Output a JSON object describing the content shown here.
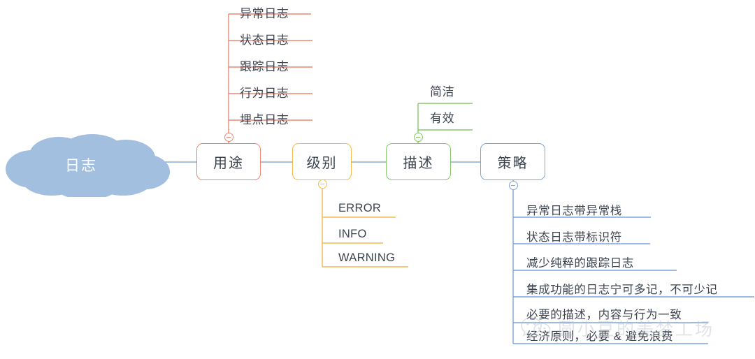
{
  "diagram": {
    "type": "mind-map",
    "title": "日志",
    "root": {
      "label": "日志",
      "shape": "cloud",
      "fill": "#a3bfe0",
      "text_color": "#ffffff"
    },
    "branches": [
      {
        "label": "用途",
        "color": "#ee8572",
        "toggle": "collapse-minus",
        "children": [
          {
            "label": "异常日志"
          },
          {
            "label": "状态日志"
          },
          {
            "label": "跟踪日志"
          },
          {
            "label": "行为日志"
          },
          {
            "label": "埋点日志"
          }
        ]
      },
      {
        "label": "级别",
        "color": "#f3ba4e",
        "toggle": "collapse-minus",
        "children": [
          {
            "label": "ERROR"
          },
          {
            "label": "INFO"
          },
          {
            "label": "WARNING"
          }
        ]
      },
      {
        "label": "描述",
        "color": "#87c66b",
        "toggle": "collapse-minus",
        "children": [
          {
            "label": "简洁"
          },
          {
            "label": "有效"
          }
        ]
      },
      {
        "label": "策略",
        "color": "#7ba6dd",
        "toggle": "collapse-minus",
        "children": [
          {
            "label": "异常日志带异常栈"
          },
          {
            "label": "状态日志带标识符"
          },
          {
            "label": "减少纯粹的跟踪日志"
          },
          {
            "label": "集成功能的日志宁可多记，不可少记"
          },
          {
            "label": "必要的描述，内容与行为一致"
          },
          {
            "label": "经济原则，必要 & 避免浪费"
          }
        ]
      }
    ],
    "connector_color": "#8aaed6",
    "text_color": "#3d4450",
    "background": "#ffffff"
  },
  "watermark": {
    "text": "圆小豆的美梦工场",
    "icon": "wechat-icon",
    "color": "#b9bec8"
  }
}
